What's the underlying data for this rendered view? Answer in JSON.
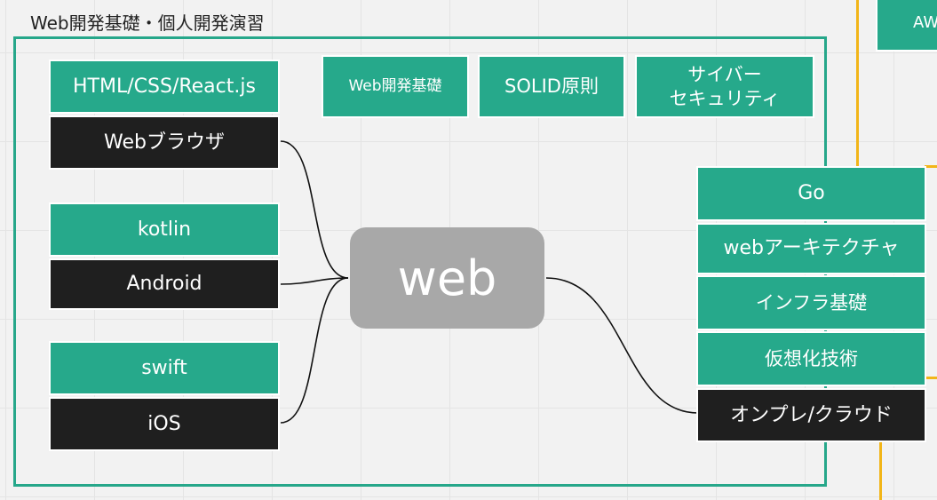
{
  "frame": {
    "title": "Web開発基礎・個人開発演習"
  },
  "center": {
    "label": "web"
  },
  "left_groups": [
    {
      "top": "HTML/CSS/React.js",
      "bottom": "Webブラウザ"
    },
    {
      "top": "kotlin",
      "bottom": "Android"
    },
    {
      "top": "swift",
      "bottom": "iOS"
    }
  ],
  "top_items": [
    "Web開発基礎",
    "SOLID原則",
    "サイバー\nセキュリティ"
  ],
  "right_stack": [
    "Go",
    "webアーキテクチャ",
    "インフラ基礎",
    "仮想化技術"
  ],
  "right_bottom": "オンプレ/クラウド",
  "corner_tag": "AW",
  "colors": {
    "teal": "#26a98b",
    "dark": "#1f1f1f",
    "center": "#a8a8a8",
    "frame": "#26a78a",
    "accent": "#f2b518"
  }
}
